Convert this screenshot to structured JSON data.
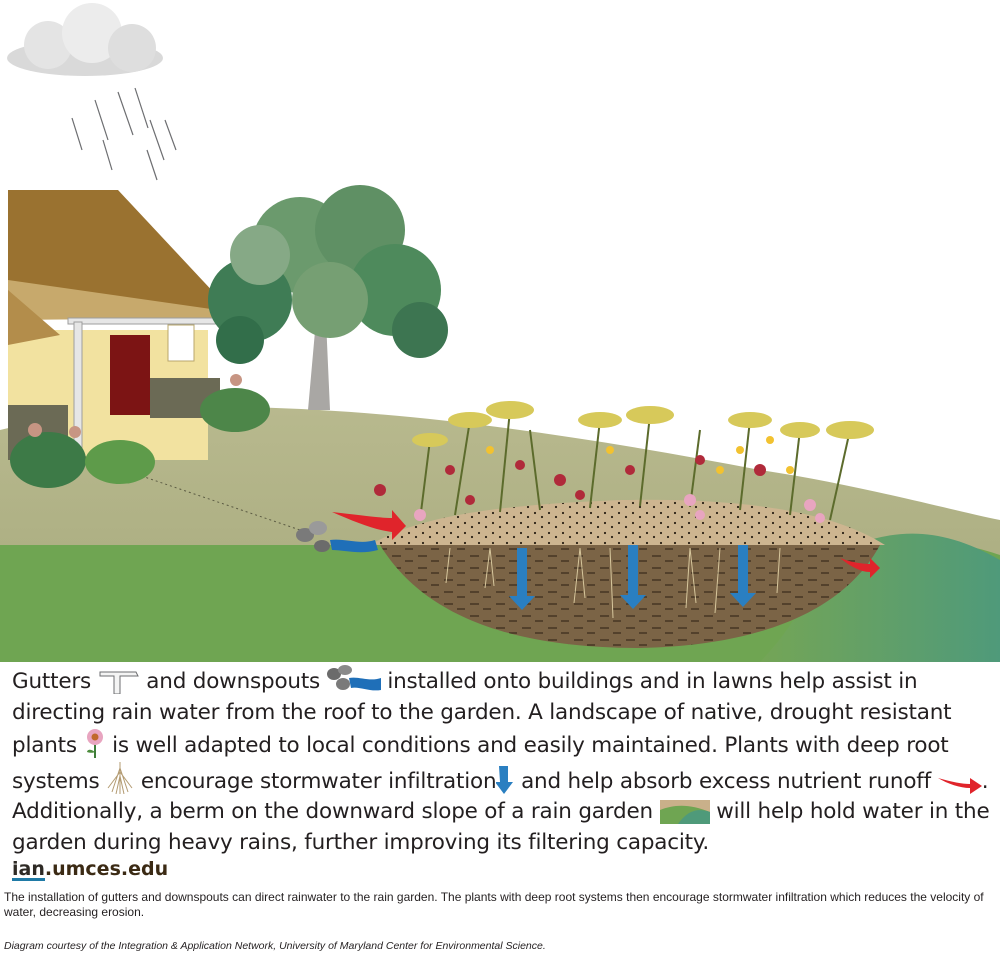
{
  "description": {
    "s1": "Gutters",
    "s2": "and downspouts",
    "s3": "installed onto buildings and in lawns help assist in directing rain water from the roof to the garden. A landscape of native, drought resistant plants",
    "s4": "is well adapted to local conditions and easily maintained. Plants with deep root systems",
    "s5": "encourage stormwater infiltration",
    "s6": "and help absorb excess nutrient runoff",
    "s7": ". Additionally, a berm on the downward slope of a rain garden",
    "s8": "will help hold water in the garden during heavy rains, further improving its filtering capacity."
  },
  "logo": {
    "ian": "ian",
    "rest": ".umces.edu"
  },
  "caption": "The installation of gutters and downspouts can direct rainwater to the rain garden. The plants with deep root systems then encourage stormwater infiltration which reduces the velocity of water, decreasing erosion.",
  "credit": "Diagram courtesy of the Integration & Application Network, University of Maryland Center for Environmental Science.",
  "colors": {
    "lawn": "#6fa552",
    "soil": "#7a6243",
    "mulch": "#c9b08a",
    "berm": "#5a9c74",
    "water_arrow": "#2a7fc1",
    "runoff_arrow": "#e0242b",
    "roof": "#9a7230",
    "wall": "#f2e2a0",
    "door": "#7c1414"
  },
  "icons": [
    "cloud-icon",
    "rain-icon",
    "house-icon",
    "tree-icon",
    "gutter-icon",
    "downspout-icon",
    "flower-icon",
    "root-icon",
    "infiltration-arrow-icon",
    "runoff-arrow-icon",
    "berm-icon"
  ]
}
